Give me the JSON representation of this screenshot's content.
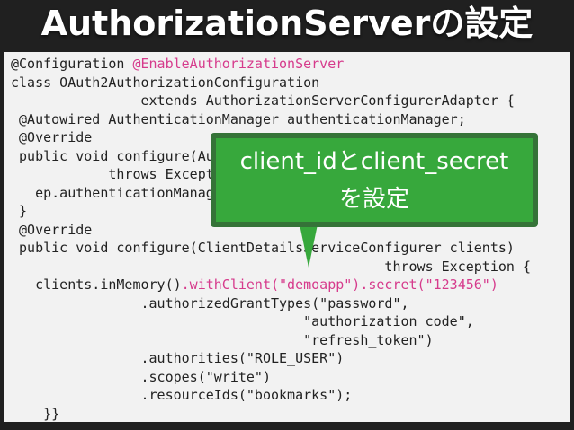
{
  "title": "AuthorizationServerの設定",
  "code": [
    {
      "indent": "",
      "parts": [
        {
          "t": "@Configuration "
        },
        {
          "t": "@EnableAuthorizationServer",
          "hl": true
        }
      ]
    },
    {
      "indent": "",
      "parts": [
        {
          "t": "class OAuth2AuthorizationConfiguration"
        }
      ]
    },
    {
      "indent": "                ",
      "parts": [
        {
          "t": "extends AuthorizationServerConfigurerAdapter {"
        }
      ]
    },
    {
      "indent": " ",
      "parts": [
        {
          "t": "@Autowired AuthenticationManager authenticationManager;"
        }
      ]
    },
    {
      "indent": " ",
      "parts": [
        {
          "t": "@Override"
        }
      ]
    },
    {
      "indent": " ",
      "parts": [
        {
          "t": "public void configure(AuthorizationServerEndpointsConfigurer ep)"
        }
      ]
    },
    {
      "indent": "            ",
      "parts": [
        {
          "t": "throws Exception {"
        }
      ]
    },
    {
      "indent": "   ",
      "parts": [
        {
          "t": "ep.authenticationManager(authenticationManager);"
        }
      ]
    },
    {
      "indent": " ",
      "parts": [
        {
          "t": "}"
        }
      ]
    },
    {
      "indent": " ",
      "parts": [
        {
          "t": "@Override"
        }
      ]
    },
    {
      "indent": " ",
      "parts": [
        {
          "t": "public void configure(ClientDetailsServiceConfigurer clients)"
        }
      ]
    },
    {
      "indent": "                                              ",
      "parts": [
        {
          "t": "throws Exception {"
        }
      ]
    },
    {
      "indent": "   ",
      "parts": [
        {
          "t": "clients.inMemory()"
        },
        {
          "t": ".withClient(\"demoapp\").secret(\"123456\")",
          "hl": true
        }
      ]
    },
    {
      "indent": "                ",
      "parts": [
        {
          "t": ".authorizedGrantTypes(\"password\","
        }
      ]
    },
    {
      "indent": "                                    ",
      "parts": [
        {
          "t": "\"authorization_code\","
        }
      ]
    },
    {
      "indent": "                                    ",
      "parts": [
        {
          "t": "\"refresh_token\")"
        }
      ]
    },
    {
      "indent": "                ",
      "parts": [
        {
          "t": ".authorities(\"ROLE_USER\")"
        }
      ]
    },
    {
      "indent": "                ",
      "parts": [
        {
          "t": ".scopes(\"write\")"
        }
      ]
    },
    {
      "indent": "                ",
      "parts": [
        {
          "t": ".resourceIds(\"bookmarks\");"
        }
      ]
    },
    {
      "indent": "    ",
      "parts": [
        {
          "t": "}}"
        }
      ]
    }
  ],
  "callout": {
    "line1": "client_idとclient_secret",
    "line2": "を設定"
  },
  "colors": {
    "background": "#202020",
    "code_bg": "#f2f2f2",
    "highlight": "#d63b8c",
    "callout": "#37a83c"
  }
}
